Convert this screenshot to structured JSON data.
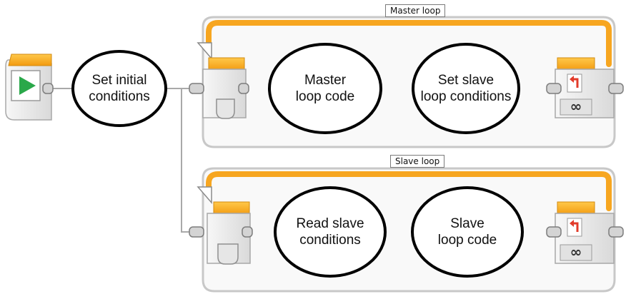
{
  "program": {
    "start_block": {
      "icon": "play-icon"
    },
    "initial_node": {
      "label": "Set initial\nconditions"
    }
  },
  "loops": [
    {
      "title": "Master loop",
      "nodes": [
        {
          "label": "Master\nloop code"
        },
        {
          "label": "Set slave\nloop conditions"
        }
      ],
      "loop_end": {
        "icons": [
          "loop-back-icon",
          "infinity-icon"
        ]
      }
    },
    {
      "title": "Slave loop",
      "nodes": [
        {
          "label": "Read slave\nconditions"
        },
        {
          "label": "Slave\nloop code"
        }
      ],
      "loop_end": {
        "icons": [
          "loop-back-icon",
          "infinity-icon"
        ]
      }
    }
  ],
  "colors": {
    "loop_orange": "#f7a620",
    "frame_gray": "#c4c4c4",
    "play_green": "#2aa84a",
    "loop_icon_red": "#e23b2a"
  }
}
